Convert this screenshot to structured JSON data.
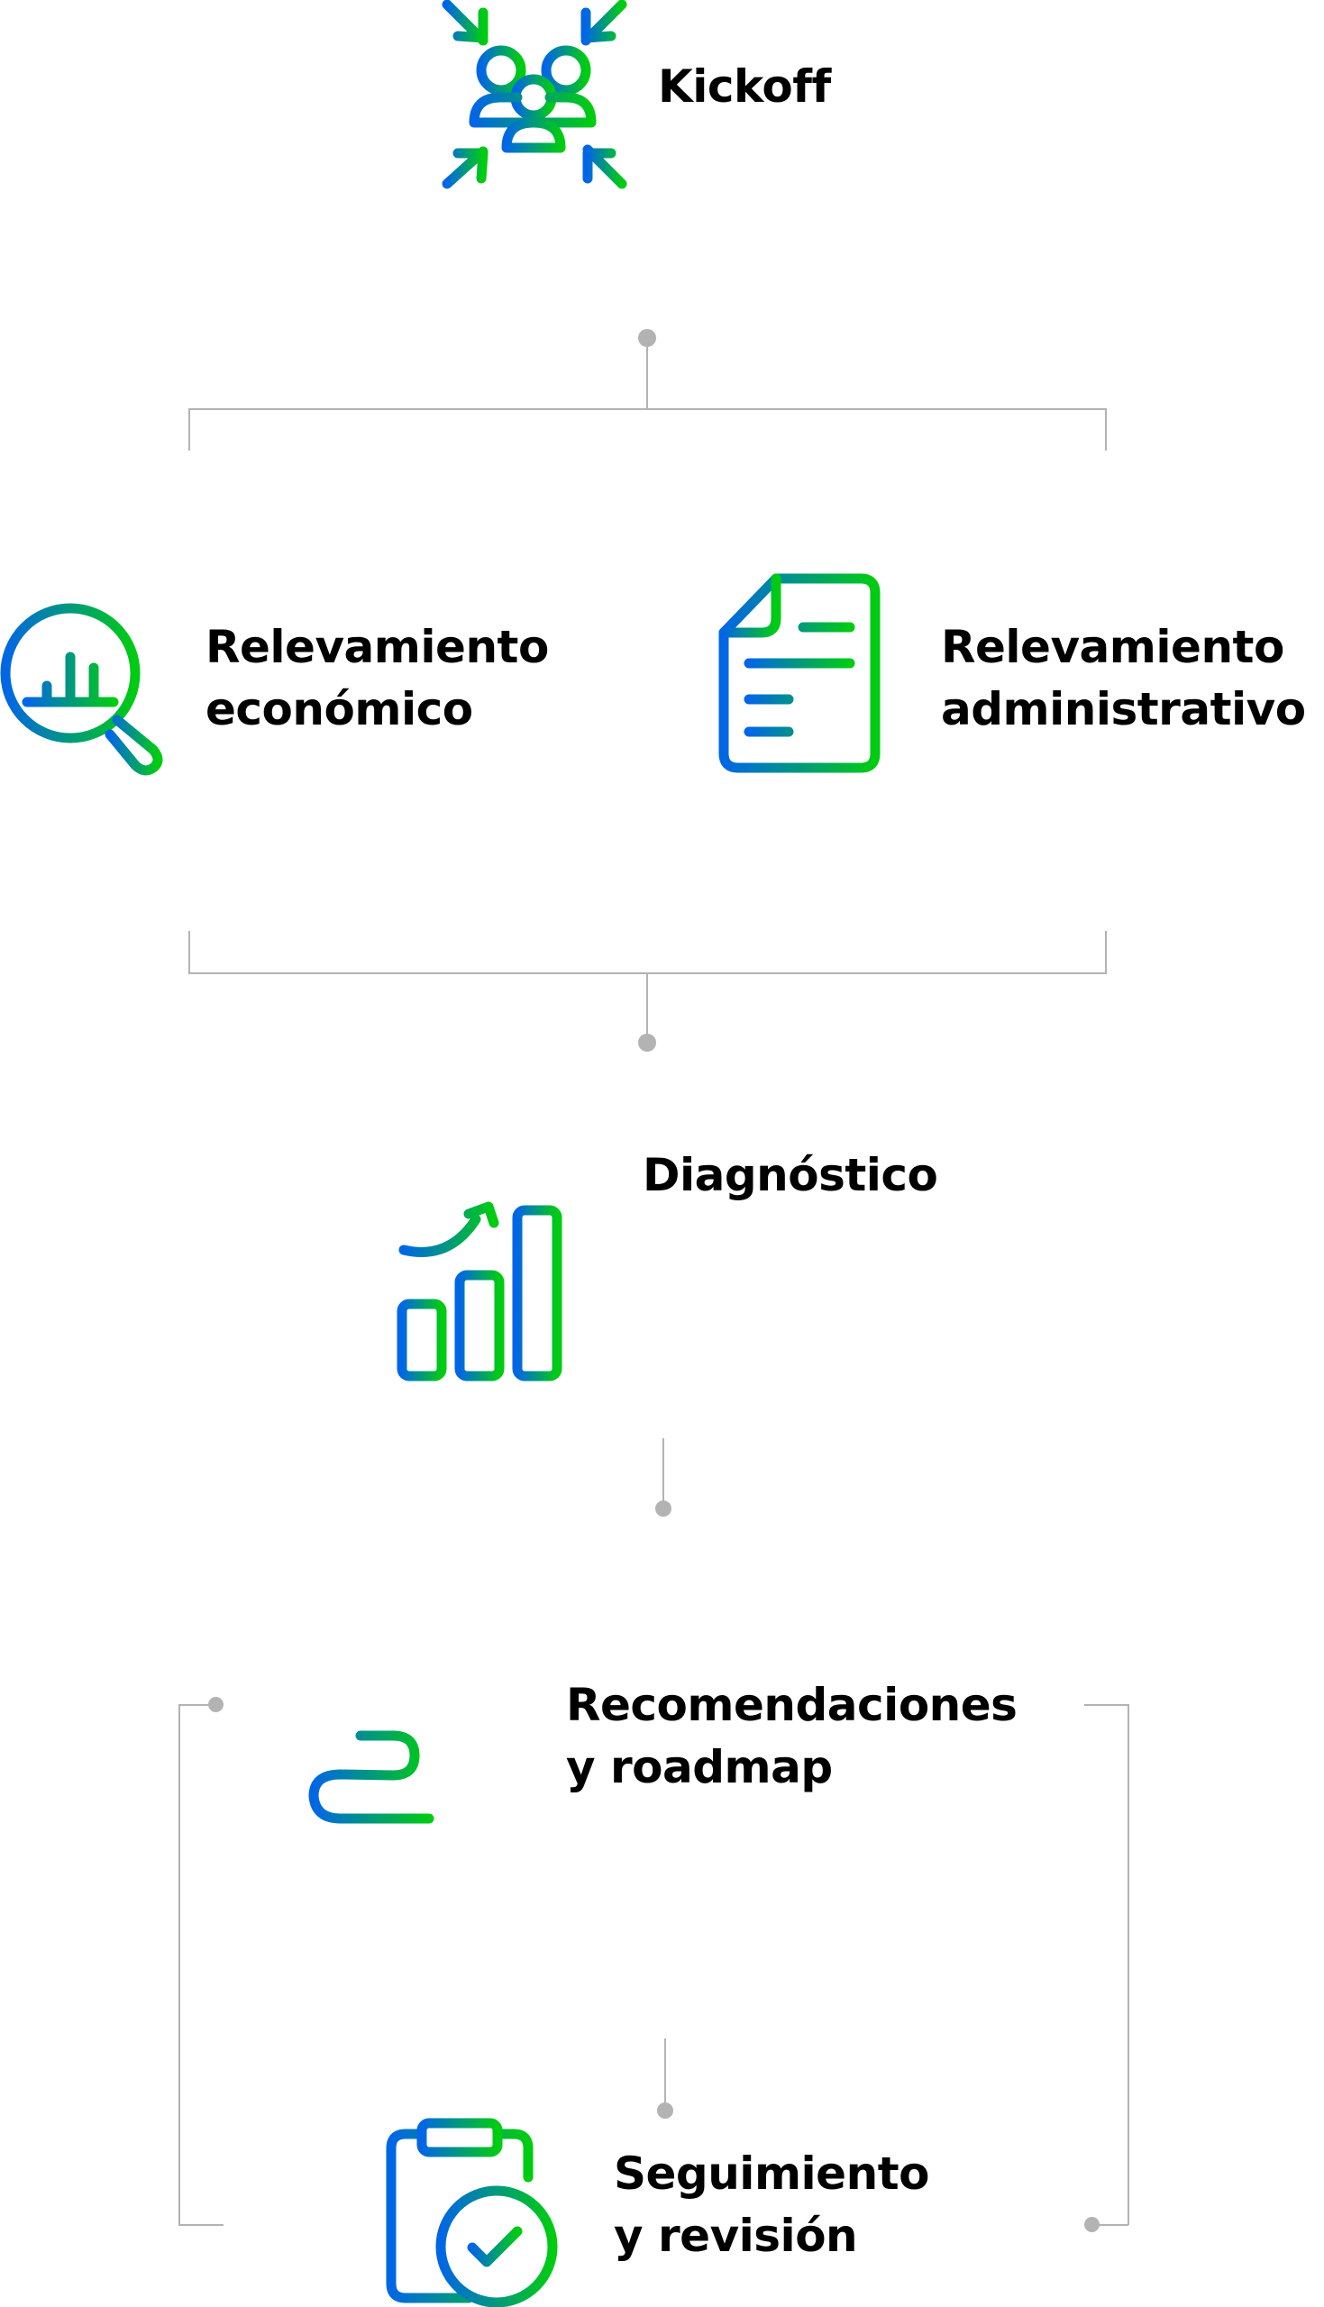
{
  "colors": {
    "gradient_start": "#0066e6",
    "gradient_end": "#00cc11",
    "connector": "#b3b3b3",
    "text": "#000000"
  },
  "steps": [
    {
      "icon": "team-meeting-icon",
      "lines": [
        "Kickoff"
      ]
    },
    {
      "icon": "magnifier-chart-icon",
      "lines": [
        "Relevamiento",
        "económico"
      ]
    },
    {
      "icon": "document-icon",
      "lines": [
        "Relevamiento",
        "administrativo"
      ]
    },
    {
      "icon": "growth-bar-chart-icon",
      "lines": [
        "Diagnóstico"
      ]
    },
    {
      "icon": "roadmap-pins-icon",
      "lines": [
        "Recomendaciones",
        "y roadmap"
      ]
    },
    {
      "icon": "clipboard-check-icon",
      "lines": [
        "Seguimiento",
        "y revisión"
      ]
    }
  ]
}
